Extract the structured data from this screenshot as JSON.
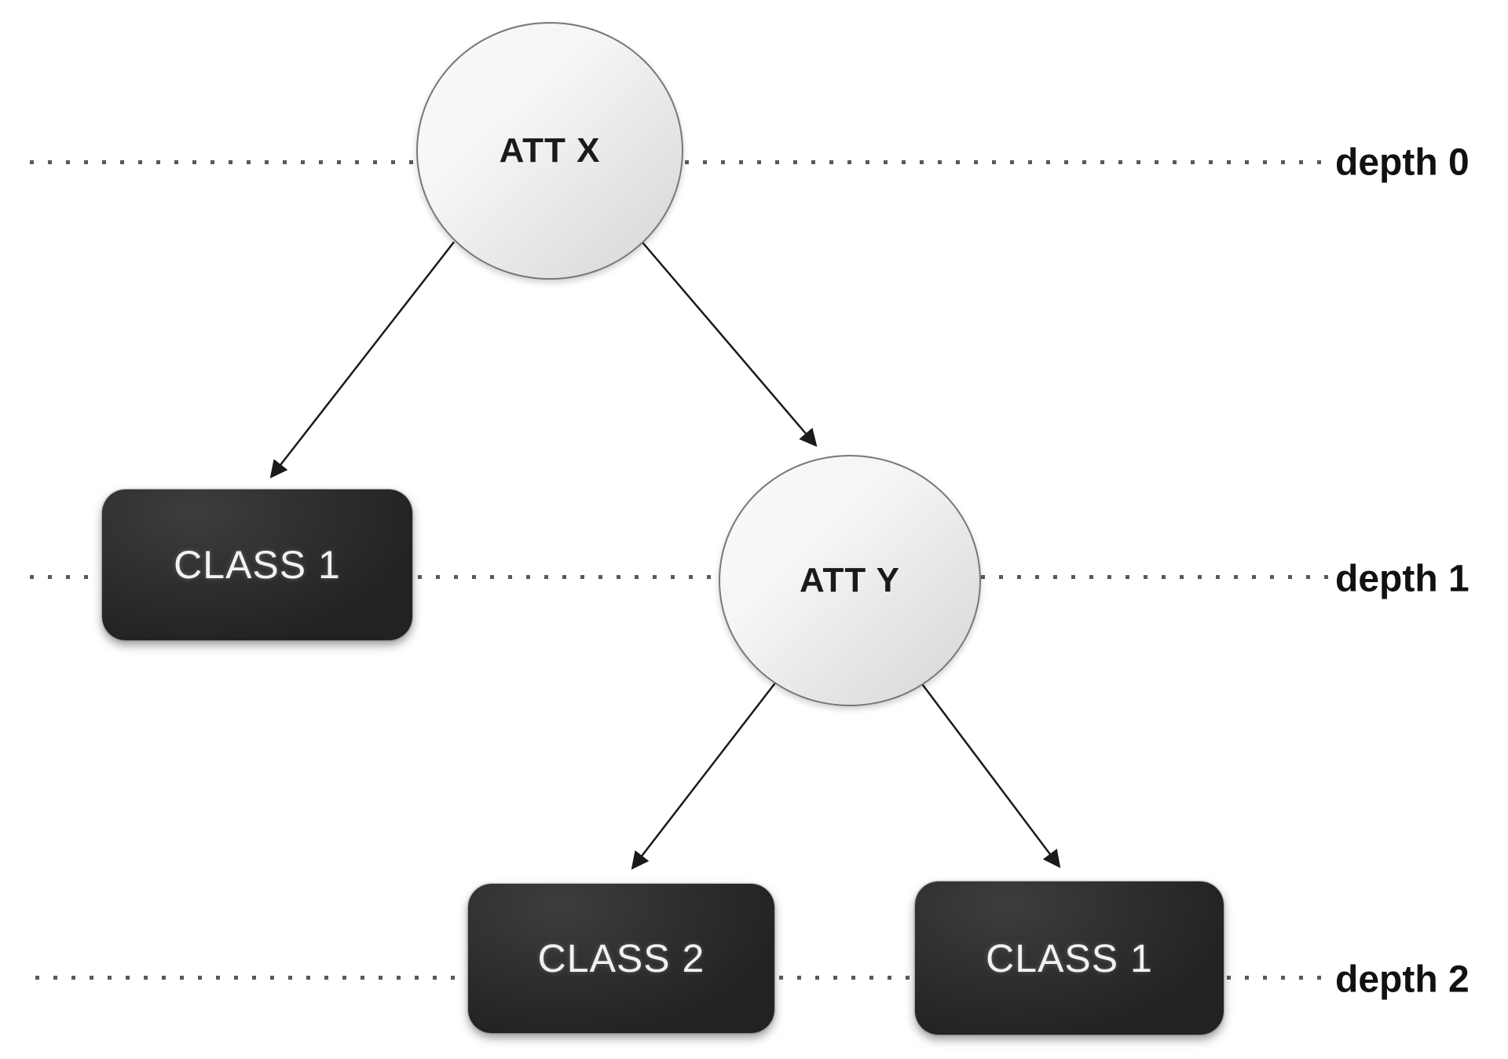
{
  "diagram_type": "decision-tree",
  "nodes": [
    {
      "id": "att-x",
      "label": "ATT X",
      "type": "attribute",
      "depth": 0
    },
    {
      "id": "class-1-left",
      "label": "CLASS 1",
      "type": "class",
      "depth": 1
    },
    {
      "id": "att-y",
      "label": "ATT Y",
      "type": "attribute",
      "depth": 1
    },
    {
      "id": "class-2",
      "label": "CLASS 2",
      "type": "class",
      "depth": 2
    },
    {
      "id": "class-1-right",
      "label": "CLASS 1",
      "type": "class",
      "depth": 2
    }
  ],
  "edges": [
    {
      "from": "att-x",
      "to": "class-1-left"
    },
    {
      "from": "att-x",
      "to": "att-y"
    },
    {
      "from": "att-y",
      "to": "class-2"
    },
    {
      "from": "att-y",
      "to": "class-1-right"
    }
  ],
  "depth_markers": [
    {
      "label": "depth 0"
    },
    {
      "label": "depth 1"
    },
    {
      "label": "depth 2"
    }
  ],
  "colors": {
    "background": "#ffffff",
    "attribute_fill_top": "#f6f6f6",
    "attribute_fill_bottom": "#d5d5d5",
    "attribute_border": "#777777",
    "attribute_text": "#1a1a1a",
    "class_fill_light": "#3d3d3d",
    "class_fill_dark": "#222222",
    "class_text": "#f2f2f2",
    "edge": "#1a1a1a",
    "dotted_line": "#3c3c3c",
    "depth_label_text": "#111111"
  }
}
